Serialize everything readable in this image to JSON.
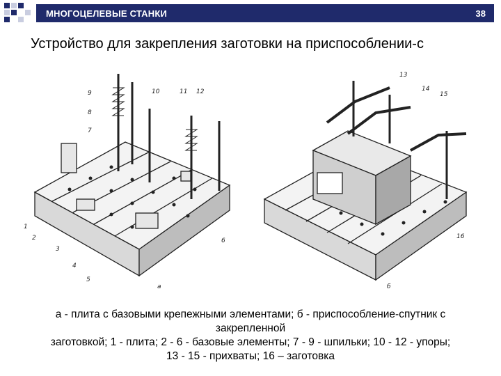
{
  "header": {
    "title": "МНОГОЦЕЛЕВЫЕ СТАНКИ",
    "page_number": "38",
    "accent_color": "#1f2a6b"
  },
  "slide": {
    "title": "Устройство для закрепления заготовки на приспособлении-с"
  },
  "figure": {
    "left_panel_label": "а",
    "right_panel_label": "б",
    "left_callouts": [
      "1",
      "2",
      "3",
      "4",
      "5",
      "9",
      "8",
      "7",
      "10",
      "11",
      "12",
      "6"
    ],
    "right_callouts": [
      "13",
      "14",
      "15",
      "16"
    ]
  },
  "caption": {
    "line1": "а - плита с базовыми крепежными элементами; б - приспособление-спутник с",
    "line2": "закрепленной",
    "line3": "заготовкой; 1 - плита; 2 - 6 - базовые элементы; 7 - 9 - шпильки; 10 - 12 - упоры;",
    "line4": "13 - 15 - прихваты; 16 – заготовка"
  }
}
